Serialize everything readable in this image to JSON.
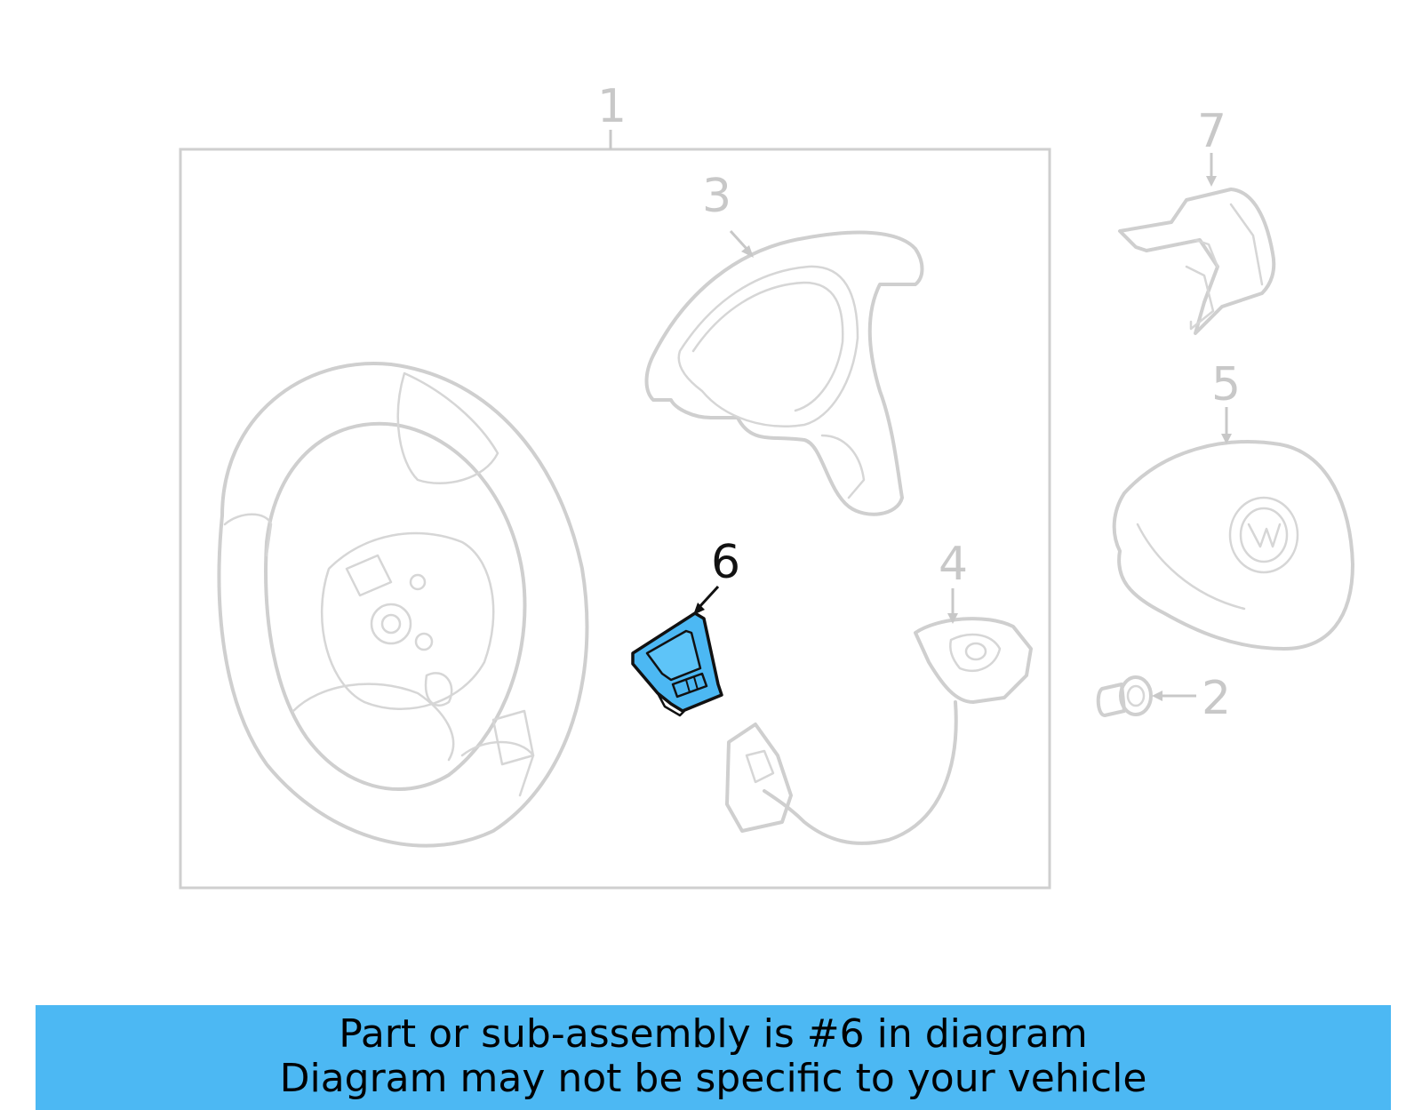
{
  "callouts": {
    "one": "1",
    "two": "2",
    "three": "3",
    "four": "4",
    "five": "5",
    "six": "6",
    "seven": "7"
  },
  "highlighted_part": "6",
  "colors": {
    "highlight": "#4cb8f3",
    "banner": "#4cb8f3",
    "line_art": "#cfcfcf"
  },
  "banner": {
    "line1": "Part or sub-assembly is #6 in diagram",
    "line2": "Diagram may not be specific to your vehicle"
  }
}
